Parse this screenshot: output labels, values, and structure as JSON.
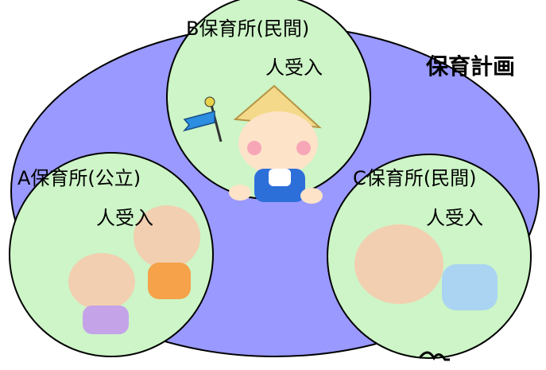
{
  "diagram": {
    "title": "保育計画",
    "colors": {
      "outer": "#9999ff",
      "circle": "#cdf5c7",
      "stroke": "#000000"
    },
    "nurseries": [
      {
        "name": "B保育所(民間)",
        "capacity": "人受入"
      },
      {
        "name": "A保育所(公立)",
        "capacity": "人受入"
      },
      {
        "name": "C保育所(民間)",
        "capacity": "人受入"
      }
    ]
  }
}
